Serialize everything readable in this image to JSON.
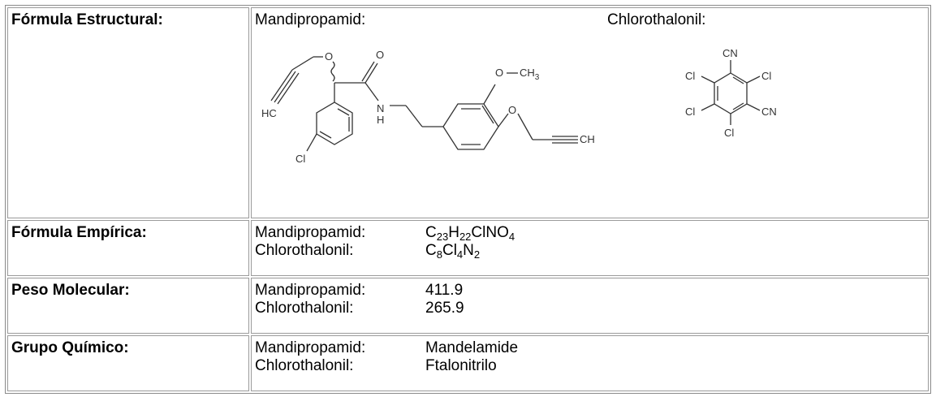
{
  "rows": {
    "structural": {
      "label": "Fórmula Estructural:",
      "mandipropamid_label": "Mandipropamid:",
      "chlorothalonil_label": "Chlorothalonil:",
      "mandi_atoms": {
        "o_ether_top": "O",
        "o_carbonyl": "O",
        "hc": "HC",
        "n": "N",
        "h": "H",
        "o_methoxy": "O",
        "ch3": "CH",
        "ch3_sub": "3",
        "o_propargyl": "O",
        "ch_end": "CH",
        "cl": "Cl"
      },
      "chloro_atoms": {
        "cn_top": "CN",
        "cl_top_left": "Cl",
        "cl_top_right": "Cl",
        "cl_bottom_left": "Cl",
        "cn_right": "CN",
        "cl_bottom": "Cl"
      }
    },
    "empirical": {
      "label": "Fórmula Empírica:",
      "items": [
        {
          "name": "Mandipropamid:",
          "parts": [
            "C",
            "23",
            "H",
            "22",
            "ClNO",
            "4"
          ]
        },
        {
          "name": "Chlorothalonil:",
          "parts": [
            "C",
            "8",
            "Cl",
            "4",
            "N",
            "2"
          ]
        }
      ]
    },
    "weight": {
      "label": "Peso Molecular:",
      "items": [
        {
          "name": "Mandipropamid:",
          "value": "411.9"
        },
        {
          "name": "Chlorothalonil:",
          "value": "265.9"
        }
      ]
    },
    "group": {
      "label": "Grupo Químico:",
      "items": [
        {
          "name": "Mandipropamid:",
          "value": "Mandelamide"
        },
        {
          "name": "Chlorothalonil:",
          "value": "Ftalonitrilo"
        }
      ]
    }
  }
}
